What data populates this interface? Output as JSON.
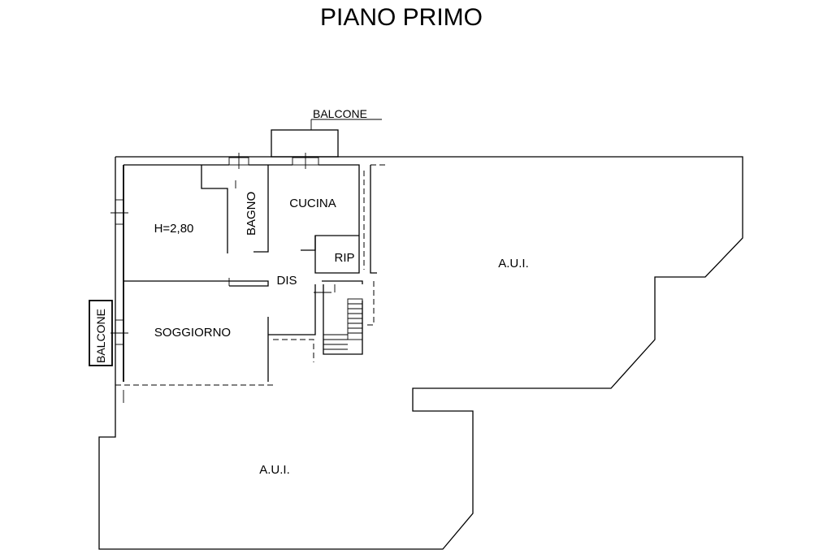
{
  "title": "PIANO PRIMO",
  "rooms": {
    "balcone_top": "BALCONE",
    "balcone_left": "BALCONE",
    "bagno": "BAGNO",
    "cucina": "CUCINA",
    "height": "H=2,80",
    "rip": "RIP",
    "dis": "DIS",
    "soggiorno": "SOGGIORNO",
    "aui_right": "A.U.I.",
    "aui_bottom": "A.U.I."
  }
}
